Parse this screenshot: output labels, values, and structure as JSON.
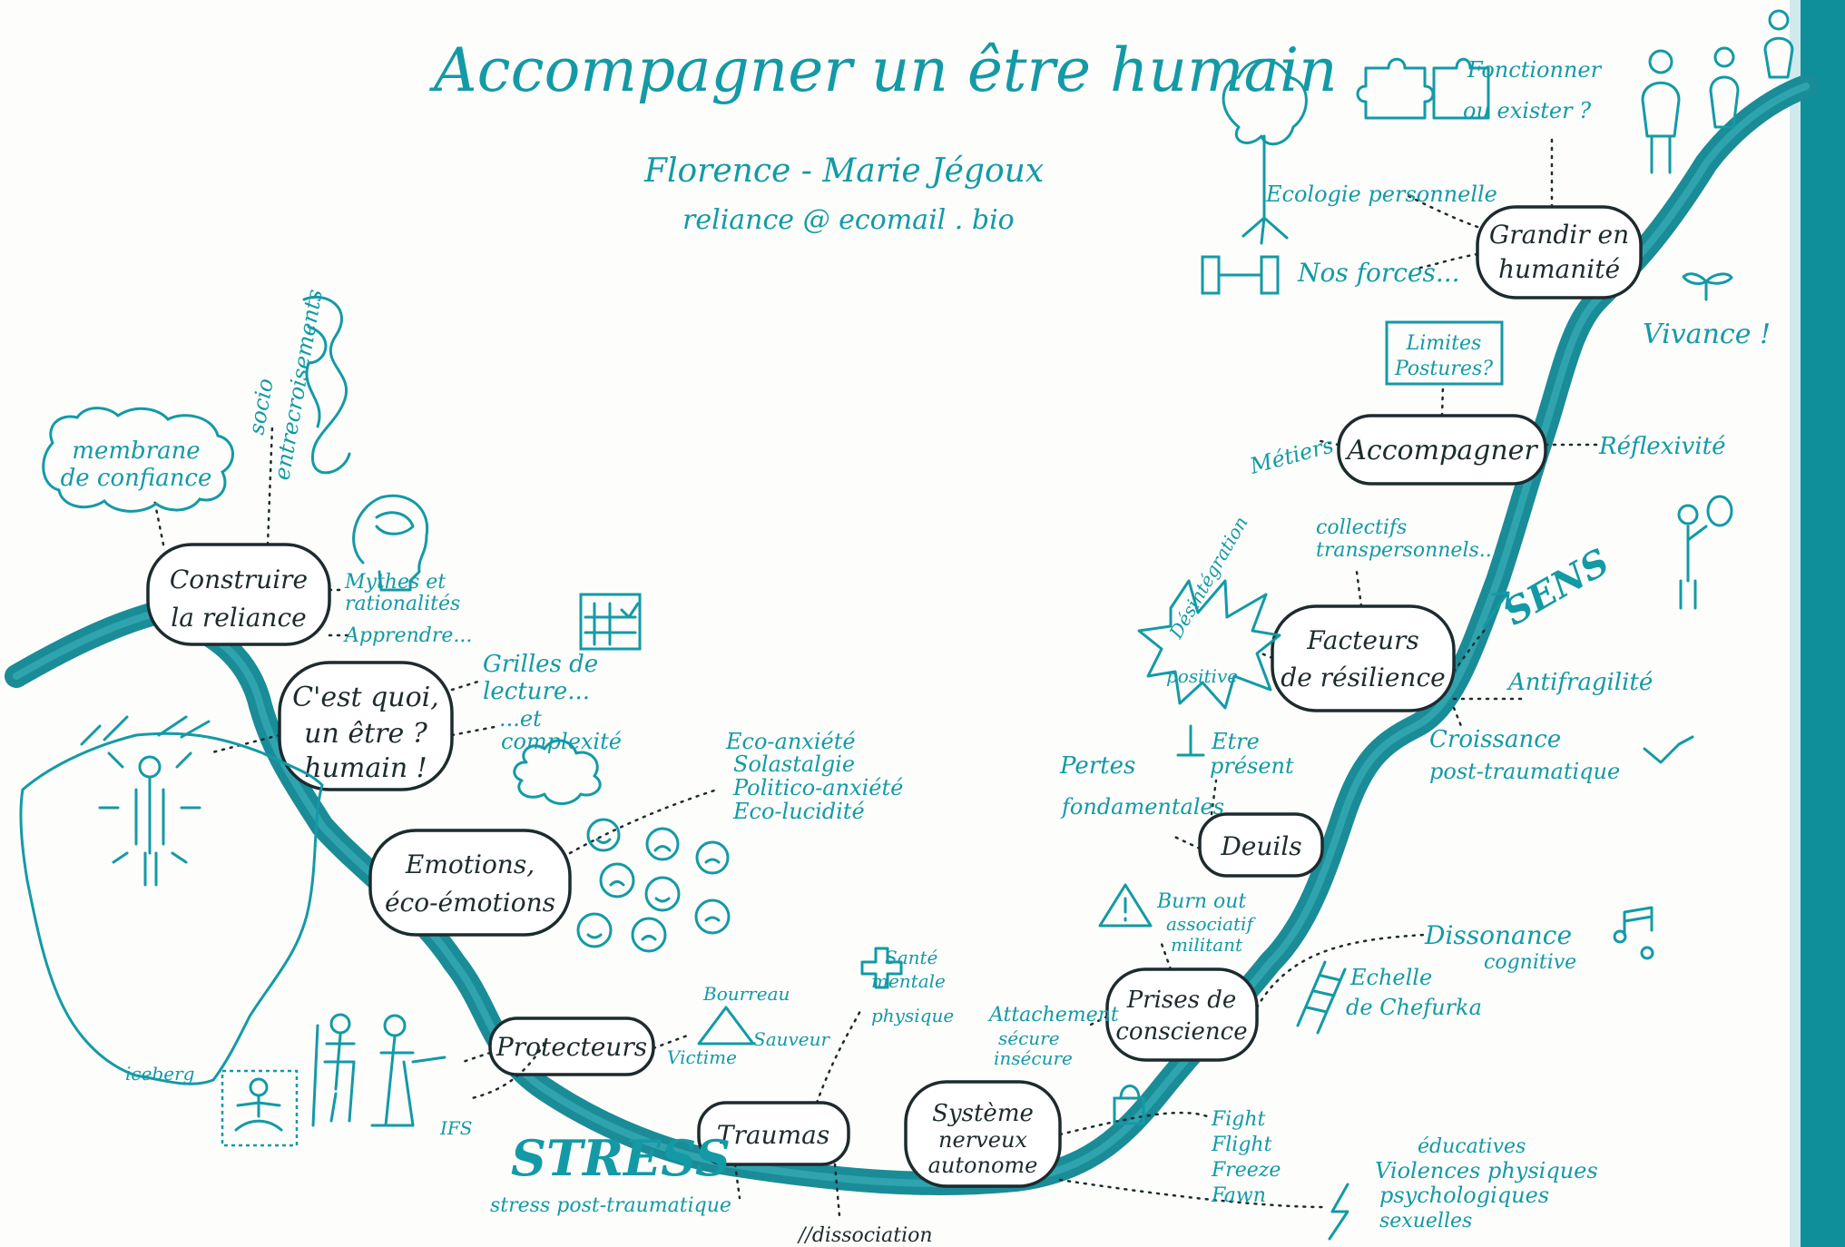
{
  "title": "Accompagner un être humain",
  "author": "Florence - Marie Jégoux",
  "email": "reliance @ ecomail . bio",
  "colors": {
    "teal": "#139aa6",
    "ink": "#1d2b2e",
    "paper": "#fdfdfb",
    "frame": "#0f8f9a"
  },
  "nodes": {
    "construire": [
      "Construire",
      "la reliance"
    ],
    "cestquoi": [
      "C'est quoi,",
      "un être ?",
      "humain !"
    ],
    "emotions": [
      "Emotions,",
      "éco-émotions"
    ],
    "protecteurs": [
      "Protecteurs"
    ],
    "traumas": [
      "Traumas"
    ],
    "systeme": [
      "Système",
      "nerveux",
      "autonome"
    ],
    "prises": [
      "Prises de",
      "conscience"
    ],
    "deuils": [
      "Deuils"
    ],
    "facteurs": [
      "Facteurs",
      "de résilience"
    ],
    "accompagner": [
      "Accompagner"
    ],
    "grandir": [
      "Grandir en",
      "humanité"
    ]
  },
  "labels": {
    "membrane": [
      "membrane",
      "de confiance"
    ],
    "entrecroisements": "entrecroisements",
    "socio": "socio",
    "mythes": [
      "Mythes et",
      "rationalités"
    ],
    "apprendre": "Apprendre...",
    "grilles": [
      "Grilles de",
      "lecture..."
    ],
    "complexite": [
      "...et",
      "complexité"
    ],
    "eco_list": [
      "Eco-anxiété",
      "Solastalgie",
      "Politico-anxiété",
      "Eco-lucidité"
    ],
    "iceberg": "iceberg",
    "ifs": "IFS",
    "bourreau": "Bourreau",
    "sauveur": "Sauveur",
    "victime": "Victime",
    "sante": [
      "Santé",
      "mentale",
      "physique"
    ],
    "stress": "STRESS",
    "stress_post": "stress post-traumatique",
    "dissociation": "//dissociation",
    "attachement": [
      "Attachement",
      "sécure",
      "insécure"
    ],
    "fffs": [
      "Fight",
      "Flight",
      "Freeze",
      "Fawn"
    ],
    "violences": [
      "éducatives",
      "Violences physiques",
      "psychologiques",
      "sexuelles"
    ],
    "burnout": [
      "Burn out",
      "associatif",
      "militant"
    ],
    "echelle": [
      "Echelle",
      "de Chefurka"
    ],
    "dissonance": [
      "Dissonance",
      "cognitive"
    ],
    "pertes": [
      "Pertes",
      "fondamentales"
    ],
    "etre_present": [
      "Etre",
      "présent"
    ],
    "desintegration": [
      "Désintégration",
      "positive"
    ],
    "collectifs": [
      "collectifs",
      "transpersonnels..."
    ],
    "sens": "SENS",
    "antifragilite": "Antifragilité",
    "croissance": [
      "Croissance",
      "post-traumatique"
    ],
    "metiers": "Métiers",
    "limites": [
      "Limites",
      "Postures?"
    ],
    "reflexivite": "Réflexivité",
    "ecologie": "Ecologie personnelle",
    "forces": "Nos forces...",
    "fonctionner": [
      "Fonctionner",
      "ou exister ?"
    ],
    "vivance": "Vivance !"
  },
  "icons": [
    "path-line",
    "brain-head-icon",
    "checklist-icon",
    "tangle-icon",
    "iceberg-icon",
    "person-glow-icon",
    "lotus-person-icon",
    "knights-icon",
    "smiley-faces-icon",
    "triangle-icon",
    "cross-icon",
    "warning-icon",
    "ladder-icon",
    "music-note-icon",
    "tree-icon",
    "dumbbell-icon",
    "sprout-icon",
    "puzzle-icon",
    "person-figures-icon",
    "person-mirror-icon",
    "lightning-icon",
    "padlock-icon",
    "arrow-icon",
    "zigzag-icon"
  ]
}
